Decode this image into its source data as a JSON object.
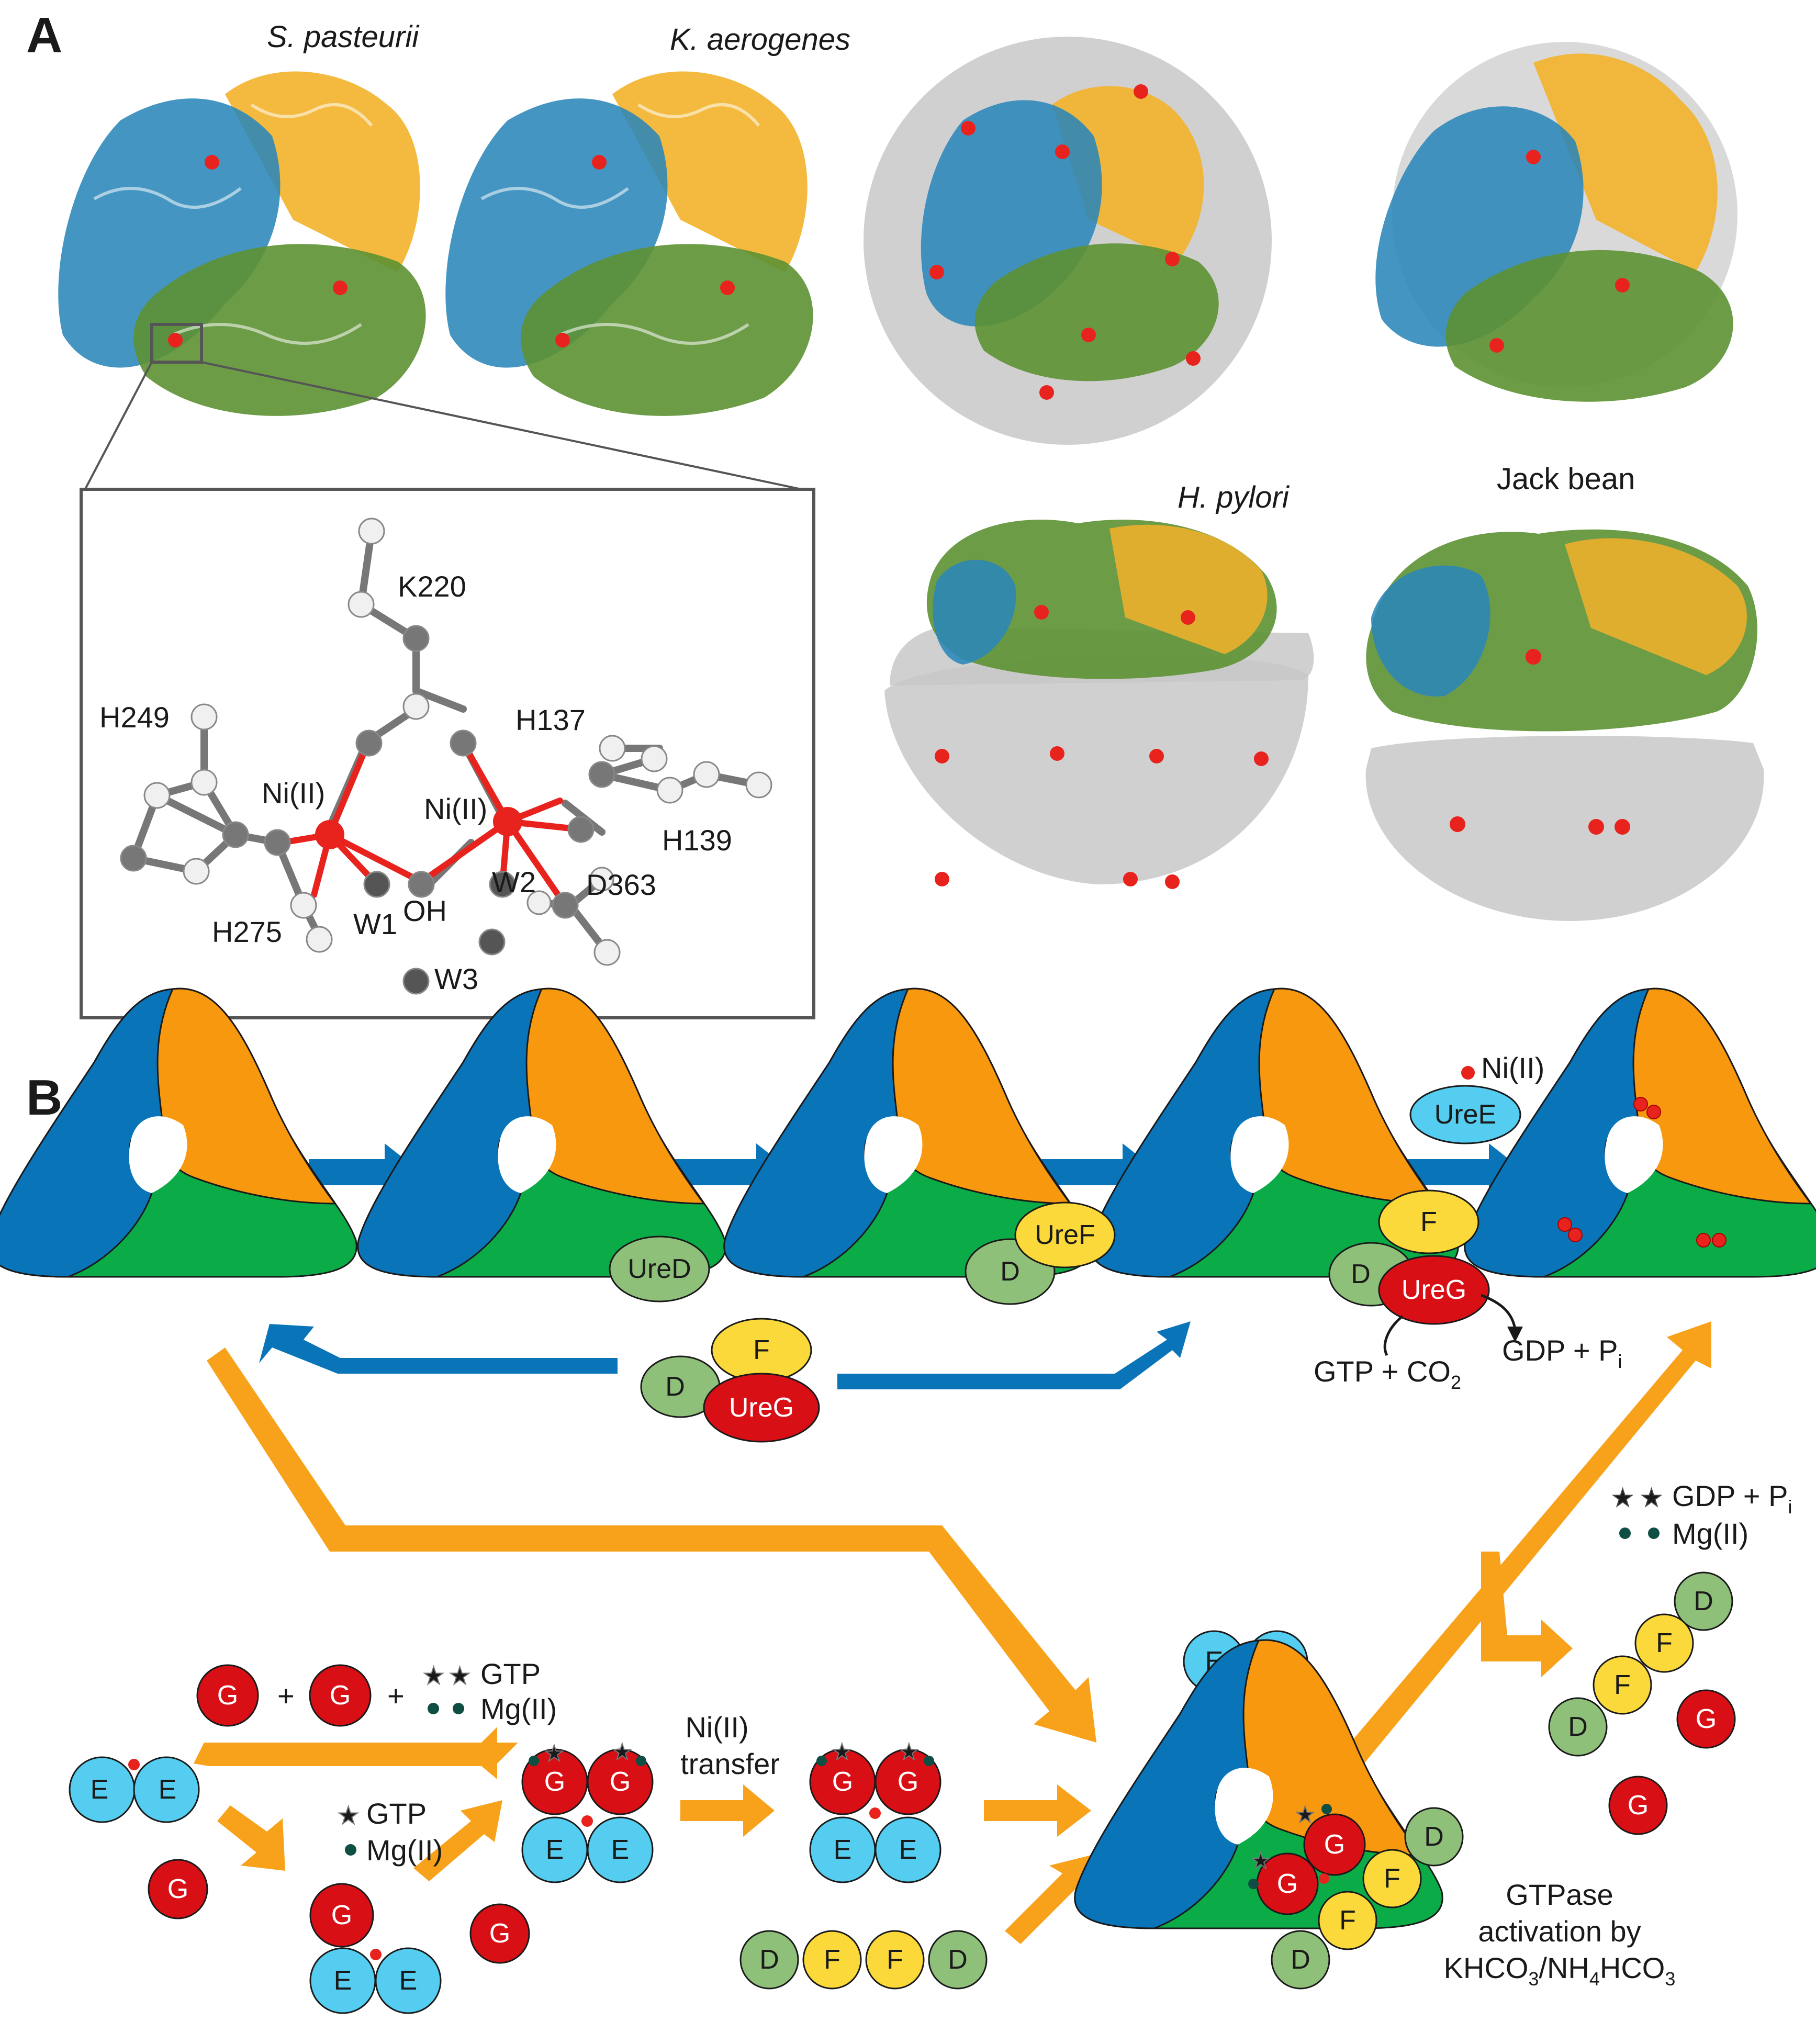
{
  "panel_a": {
    "label": "A",
    "species": [
      "S. pasteurii",
      "K. aerogenes",
      "H. pylori",
      "Jack bean"
    ],
    "active_site_labels": [
      "K220",
      "H249",
      "H137",
      "Ni(II)",
      "Ni(II)",
      "H139",
      "D363",
      "W1",
      "OH",
      "W2",
      "H275",
      "W3"
    ]
  },
  "panel_b": {
    "label": "B",
    "proteins": {
      "ured": "UreD",
      "uref": "UreF",
      "ureg": "UreG",
      "uree": "UreE",
      "d": "D",
      "f": "F",
      "e": "E",
      "g": "G"
    },
    "ni_label": "Ni(II)",
    "reaction_in": "GTP + CO",
    "reaction_in_sub": "2",
    "reaction_out": "GDP + P",
    "reaction_out_sub": "i",
    "plus": "+",
    "gtp": "GTP",
    "mg": "Mg(II)",
    "gdp_pi": "GDP + P",
    "gdp_pi_sub": "i",
    "ni_transfer_line1": "Ni(II)",
    "ni_transfer_line2": "transfer",
    "gtpase_line1": "GTPase",
    "gtpase_line2": "activation by",
    "gtpase_line3a": "KHCO",
    "gtpase_line3_sub1": "3",
    "gtpase_line3b": "/NH",
    "gtpase_line3_sub2": "4",
    "gtpase_line3c": "HCO",
    "gtpase_line3_sub3": "3"
  },
  "colors": {
    "subunit_blue": "#0a74b9",
    "subunit_orange": "#f7980f",
    "subunit_green": "#0bab47",
    "ured_green": "#8fc07a",
    "uref_yellow": "#fcd93a",
    "ureg_red": "#d90f16",
    "uree_cyan": "#54cdf1",
    "ni_red": "#e8231e",
    "gtp_star": "#fff200",
    "gdp_star": "#22e000",
    "mg_dark": "#0e4e43",
    "arrow_blue": "#0a74b9",
    "arrow_orange": "#f7a21a"
  }
}
